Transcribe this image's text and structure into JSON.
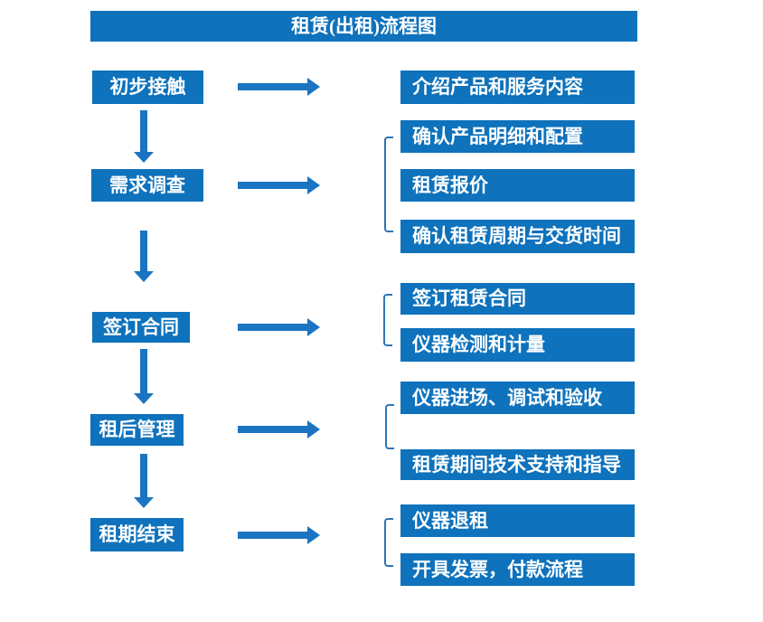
{
  "title": "租赁(出租)流程图",
  "colors": {
    "box_fill": "#0e72bc",
    "arrow": "#1a74c2",
    "bracket": "#2e74b5",
    "text": "#ffffff",
    "background": "#ffffff"
  },
  "steps": [
    {
      "label": "初步接触",
      "details": [
        "介绍产品和服务内容"
      ]
    },
    {
      "label": "需求调查",
      "details": [
        "确认产品明细和配置",
        "租赁报价",
        "确认租赁周期与交货时间"
      ]
    },
    {
      "label": "签订合同",
      "details": [
        "签订租赁合同",
        "仪器检测和计量"
      ]
    },
    {
      "label": "租后管理",
      "details": [
        "仪器进场、调试和验收",
        "租赁期间技术支持和指导"
      ]
    },
    {
      "label": "租期结束",
      "details": [
        "仪器退租",
        "开具发票，付款流程"
      ]
    }
  ]
}
